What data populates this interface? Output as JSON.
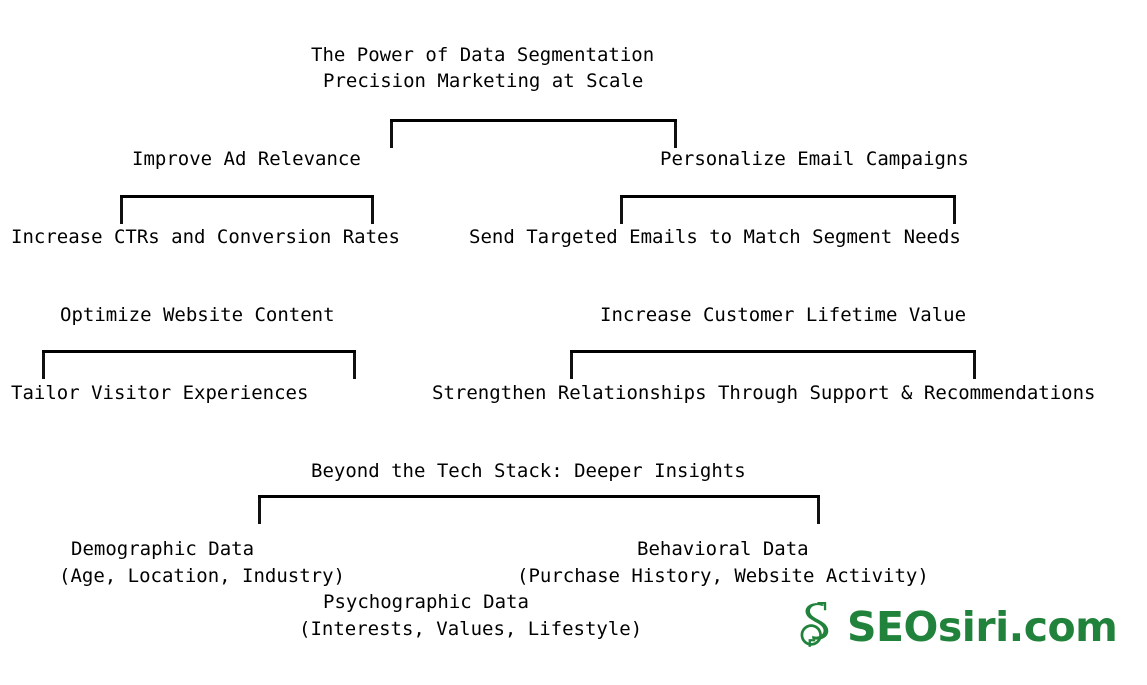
{
  "diagram": {
    "type": "hierarchy-tree",
    "title_lines": [
      "The Power of Data Segmentation",
      "Precision Marketing at Scale"
    ],
    "branches": [
      {
        "id": "improve-ad-relevance",
        "label": "Improve Ad Relevance",
        "child": "Increase CTRs and Conversion Rates"
      },
      {
        "id": "personalize-email-campaigns",
        "label": "Personalize Email Campaigns",
        "child": "Send Targeted Emails to Match Segment Needs"
      },
      {
        "id": "optimize-website-content",
        "label": "Optimize Website Content",
        "child": "Tailor Visitor Experiences"
      },
      {
        "id": "increase-customer-lifetime-value",
        "label": "Increase Customer Lifetime Value",
        "child": "Strengthen Relationships Through Support & Recommendations"
      }
    ],
    "section": {
      "heading": "Beyond the Tech Stack: Deeper Insights",
      "items": [
        {
          "id": "demographic-data",
          "name": "Demographic Data",
          "detail": "(Age, Location, Industry)"
        },
        {
          "id": "behavioral-data",
          "name": "Behavioral Data",
          "detail": "(Purchase History, Website Activity)"
        },
        {
          "id": "psychographic-data",
          "name": "Psychographic Data",
          "detail": "(Interests, Values, Lifestyle)"
        }
      ]
    }
  },
  "logo": {
    "mark_icon": "seosiri-s-monogram-icon",
    "wordmark": "SEOsiri.com",
    "color": "#21833b"
  },
  "colors": {
    "background": "#ffffff",
    "text": "#000000",
    "connector": "#111111",
    "brand_green": "#21833b"
  }
}
